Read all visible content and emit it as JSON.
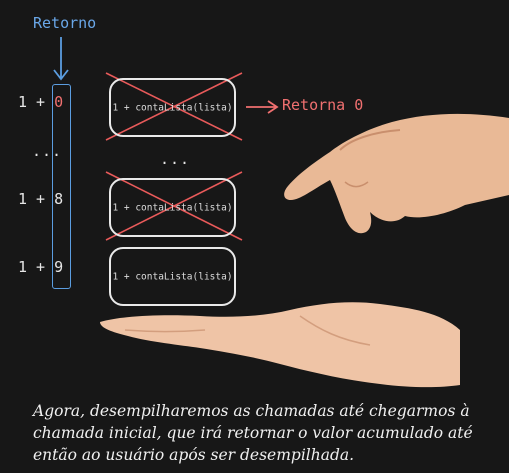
{
  "header": {
    "retorno_label": "Retorno"
  },
  "stack": {
    "rows": [
      {
        "prefix": "1 + ",
        "value": "0"
      },
      {
        "prefix": "1 + ",
        "value": "8"
      },
      {
        "prefix": "1 + ",
        "value": "9"
      }
    ],
    "ellipsis_left": "...",
    "ellipsis_center": "...",
    "frames": [
      {
        "call": "1 + contaLista(lista)",
        "crossed": true
      },
      {
        "call": "1 + contaLista(lista)",
        "crossed": true
      },
      {
        "call": "1 + contaLista(lista)",
        "crossed": false
      }
    ]
  },
  "return_note": "Retorna 0",
  "caption": "Agora, desempilharemos as chamadas até chegarmos à chamada inicial, que irá retornar o valor acumulado até então ao usuário após ser desempilhada.",
  "colors": {
    "accent_blue": "#5b9de0",
    "accent_red": "#f07070",
    "background": "#171717",
    "skin": "#efc4a6"
  }
}
